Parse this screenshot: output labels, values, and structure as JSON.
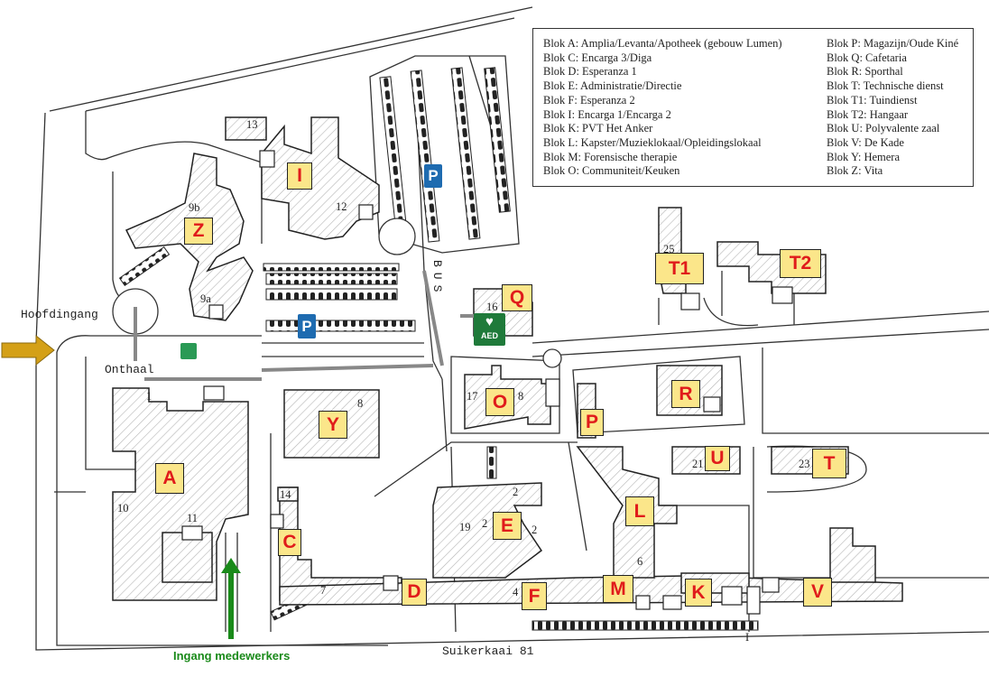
{
  "legend": {
    "col1": [
      "Blok A: Amplia/Levanta/Apotheek (gebouw Lumen)",
      "Blok C: Encarga 3/Diga",
      "Blok D: Esperanza 1",
      "Blok E: Administratie/Directie",
      "Blok F: Esperanza 2",
      "Blok I: Encarga 1/Encarga 2",
      "Blok K: PVT Het Anker",
      "Blok L: Kapster/Muzieklokaal/Opleidingslokaal",
      "Blok M: Forensische therapie",
      "Blok O: Communiteit/Keuken"
    ],
    "col2": [
      "Blok P: Magazijn/Oude Kiné",
      "Blok Q: Cafetaria",
      "Blok R: Sporthal",
      "Blok T: Technische dienst",
      "Blok T1: Tuindienst",
      "Blok T2: Hangaar",
      "Blok U: Polyvalente zaal",
      "Blok V: De Kade",
      "Blok Y: Hemera",
      "Blok Z: Vita"
    ]
  },
  "blocks": {
    "A": "A",
    "C": "C",
    "D": "D",
    "E": "E",
    "F": "F",
    "I": "I",
    "K": "K",
    "L": "L",
    "M": "M",
    "O": "O",
    "P": "P",
    "Q": "Q",
    "R": "R",
    "T": "T",
    "T1": "T1",
    "T2": "T2",
    "U": "U",
    "V": "V",
    "Y": "Y",
    "Z": "Z"
  },
  "numbers": {
    "n1": "1",
    "n2a": "2",
    "n2b": "2",
    "n2c": "2",
    "n4": "4",
    "n6": "6",
    "n7": "7",
    "n8": "8",
    "n9a": "9a",
    "n9b": "9b",
    "n10": "10",
    "n11": "11",
    "n12": "12",
    "n13": "13",
    "n14": "14",
    "n16": "16",
    "n17": "17",
    "n18": "8",
    "n19": "19",
    "n21": "21",
    "n23": "23",
    "n25": "25",
    "nI": "I"
  },
  "labels": {
    "hoofdingang": "Hoofdingang",
    "onthaal": "Onthaal",
    "street": "Suikerkaai 81",
    "staff_entrance": "Ingang medewerkers",
    "bus": "BUS",
    "parking": "P",
    "aed": "AED"
  },
  "colors": {
    "label_fill": "#fbe68a",
    "label_text": "#e01b1b",
    "parking": "#1e6bb0",
    "aed": "#1f7a3a",
    "entrance_arrow": "#d4a017",
    "staff_arrow": "#1a8a1a"
  }
}
